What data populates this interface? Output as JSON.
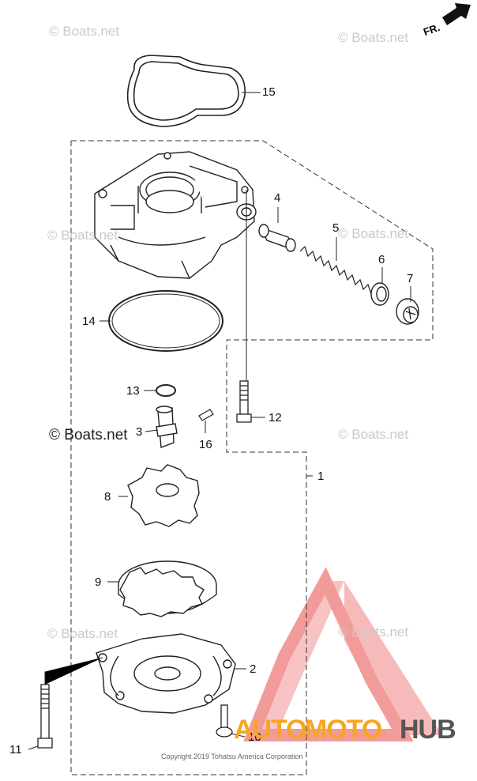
{
  "watermarks": {
    "text": "© Boats.net",
    "dark_text": "© Boats.net"
  },
  "front_label": "FR.",
  "copyright": "Copyright 2019 Tohatsu America Corporation",
  "logo": {
    "part1": "AUTO",
    "part2": "MOTO",
    "part3": "HUB",
    "color_red": "#e83a3a",
    "color_orange": "#f5a623",
    "color_dark": "#555555"
  },
  "callouts": [
    "1",
    "2",
    "3",
    "4",
    "5",
    "6",
    "7",
    "8",
    "9",
    "10",
    "11",
    "12",
    "13",
    "14",
    "15",
    "16"
  ]
}
